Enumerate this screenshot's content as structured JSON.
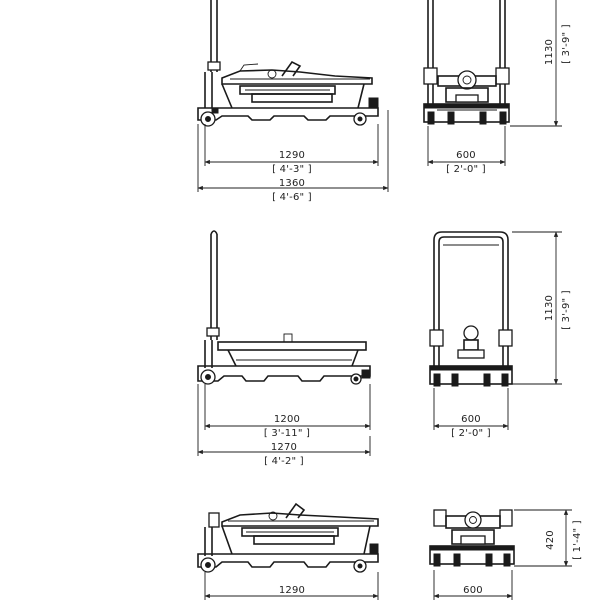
{
  "views": {
    "top": {
      "side_length_mm": "1290",
      "side_length_ft": "[ 4'-3\" ]",
      "side_overall_mm": "1360",
      "side_overall_ft": "[ 4'-6\" ]",
      "front_width_mm": "600",
      "front_width_ft": "[ 2'-0\" ]",
      "front_height_mm": "1130",
      "front_height_ft": "[ 3'-9\" ]"
    },
    "middle": {
      "side_length_mm": "1200",
      "side_length_ft": "[ 3'-11\" ]",
      "side_overall_mm": "1270",
      "side_overall_ft": "[ 4'-2\" ]",
      "front_width_mm": "600",
      "front_width_ft": "[ 2'-0\" ]",
      "front_height_mm": "1130",
      "front_height_ft": "[ 3'-9\" ]"
    },
    "bottom": {
      "side_length_mm": "1290",
      "front_width_mm": "600",
      "front_height_mm": "420",
      "front_height_ft": "[ 1'-4\" ]"
    }
  }
}
